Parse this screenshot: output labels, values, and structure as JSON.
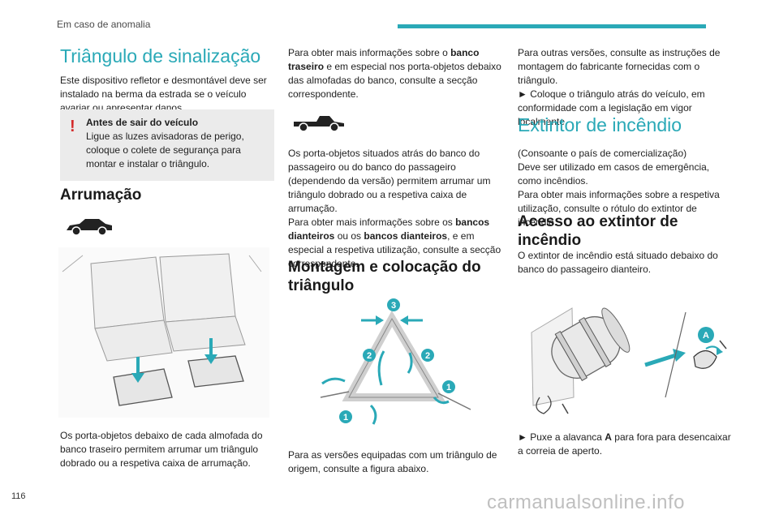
{
  "header": {
    "section": "Em caso de anomalia"
  },
  "page_number": "116",
  "col1": {
    "title": "Triângulo de sinalização",
    "intro": "Este dispositivo refletor e desmontável deve ser instalado na berma da estrada se o veículo avariar ou apresentar danos.",
    "warning_title": "Antes de sair do veículo",
    "warning_text": "Ligue as luzes avisadoras de perigo, coloque o colete de segurança para montar e instalar o triângulo.",
    "storage_title": "Arrumação",
    "storage_caption": "Os porta-objetos debaixo de cada almofada do banco traseiro permitem arrumar um triângulo dobrado ou a respetiva caixa de arrumação."
  },
  "col2": {
    "p1_a": "Para obter mais informações sobre o ",
    "p1_b": "banco traseiro",
    "p1_c": " e em especial nos porta-objetos debaixo das almofadas do banco, consulte a secção correspondente.",
    "p2": "Os porta-objetos situados atrás do banco do passageiro ou do banco do passageiro (dependendo da versão) permitem arrumar um triângulo dobrado ou a respetiva caixa de arrumação.",
    "p3_a": "Para obter mais informações sobre os ",
    "p3_b": "bancos dianteiros",
    "p3_c": " ou os ",
    "p3_d": "bancos dianteiros",
    "p3_e": ", e em especial a respetiva utilização, consulte a secção correspondente.",
    "assembly_title": "Montagem e colocação do triângulo",
    "assembly_caption": "Para as versões equipadas com um triângulo de origem, consulte a figura abaixo.",
    "steps": [
      "1",
      "2",
      "3"
    ]
  },
  "col3": {
    "p1": "Para outras versões, consulte as instruções de montagem do fabricante fornecidas com o triângulo.",
    "p2": "► Coloque o triângulo atrás do veículo, em conformidade com a legislação em vigor localmente.",
    "ext_title": "Extintor de incêndio",
    "ext_p1": "(Consoante o país de comercialização)",
    "ext_p2": "Deve ser utilizado em casos de emergência, como incêndios.",
    "ext_p3": "Para obter mais informações sobre a respetiva utilização, consulte o rótulo do extintor de incêndio.",
    "access_title": "Acesso ao extintor de incêndio",
    "access_p": "O extintor de incêndio está situado debaixo do banco do passageiro dianteiro.",
    "instr_a": "► Puxe a alavanca ",
    "instr_b": "A",
    "instr_c": " para fora para desencaixar a correia de aperto.",
    "callout": "A"
  },
  "colors": {
    "accent": "#2aa9b7",
    "warning": "#d42b2b",
    "panel": "#ebebeb"
  },
  "watermark": "carmanualsonline.info"
}
